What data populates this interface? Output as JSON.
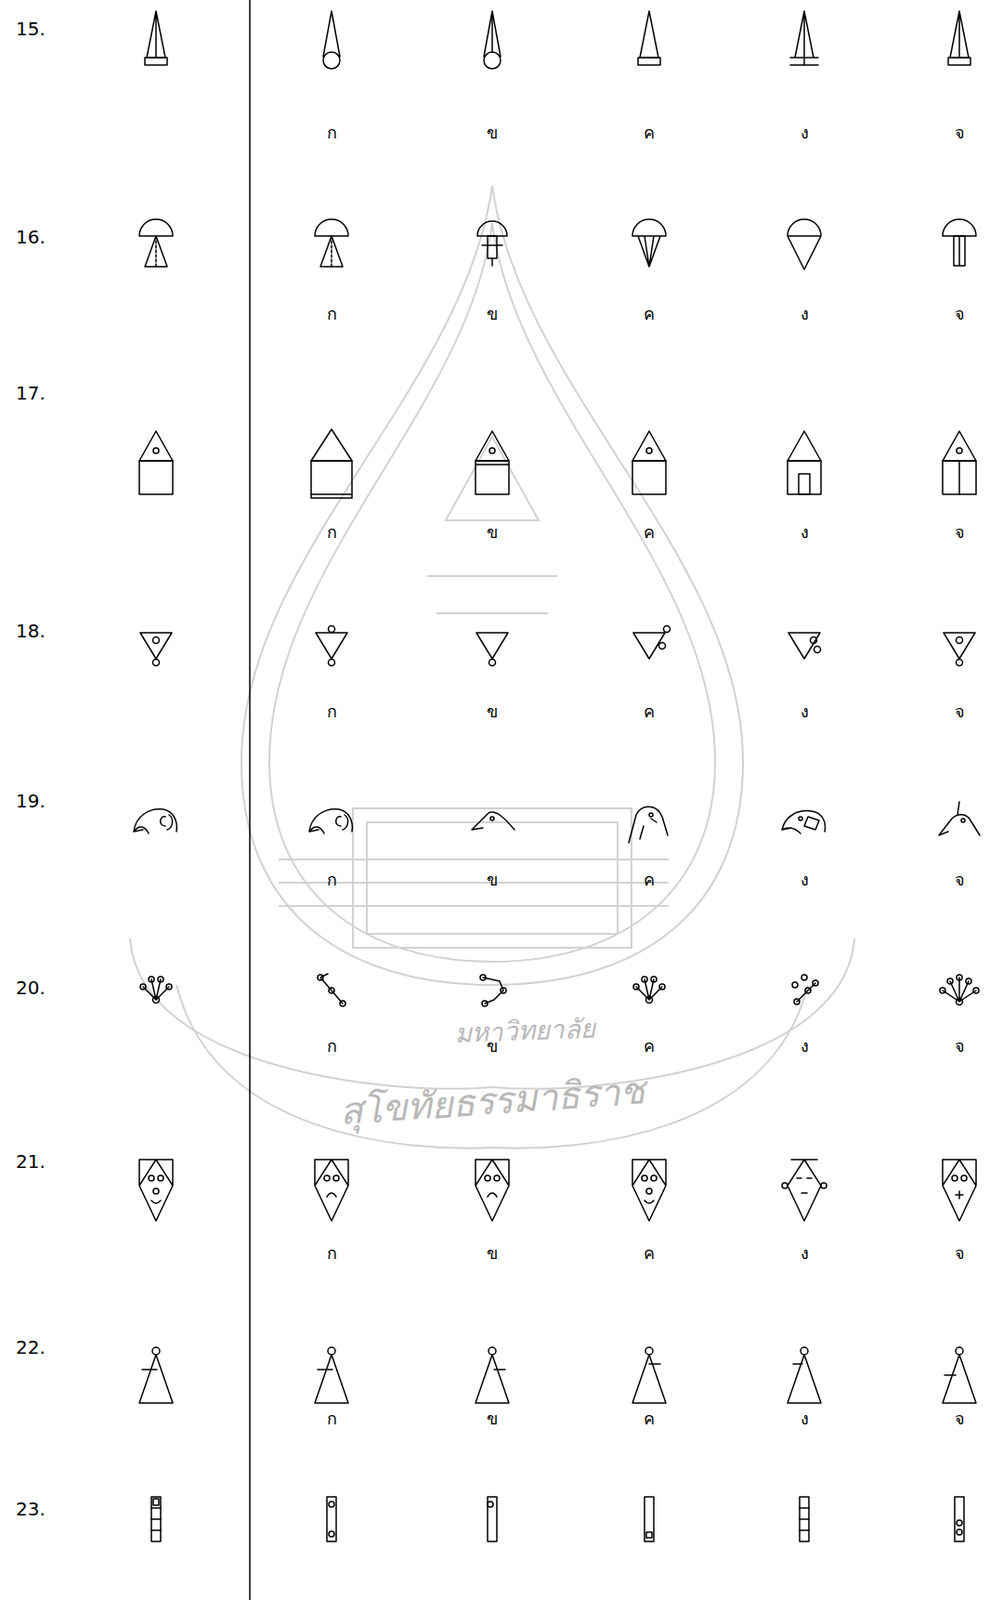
{
  "diagram": {
    "labels": [
      "15.",
      "ก",
      "ข",
      "ค",
      "ง",
      "จ",
      "16.",
      "ก",
      "ข",
      "ค",
      "ง",
      "จ",
      "17.",
      "ก",
      "ข",
      "ค",
      "ง",
      "จ",
      "18.",
      "ก",
      "ข",
      "ค",
      "ง",
      "จ",
      "19.",
      "ก",
      "ข",
      "ค",
      "ง",
      "จ",
      "20.",
      "ก",
      "ข",
      "ค",
      "ง",
      "จ",
      "21.",
      "ก",
      "ข",
      "ค",
      "ง",
      "จ",
      "22.",
      "ก",
      "ข",
      "ค",
      "ง",
      "จ",
      "23.",
      "มหาวิทยาลัย",
      "สุโขทัยธรรมาธิราช"
    ]
  }
}
